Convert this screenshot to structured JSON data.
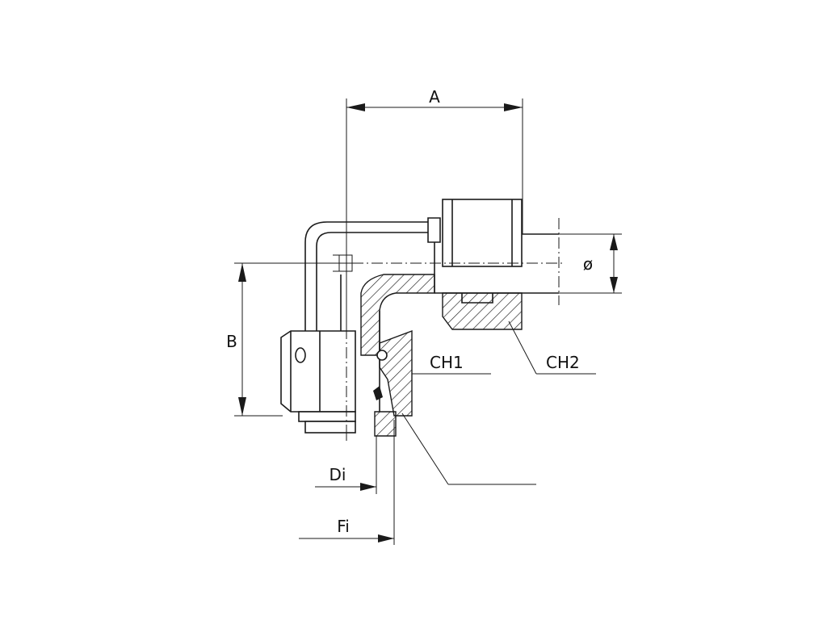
{
  "dimensions": {
    "a": "A",
    "b": "B",
    "diameter": "ø",
    "di": "Di",
    "fi": "Fi"
  },
  "callouts": {
    "ch1": "CH1",
    "ch2": "CH2"
  }
}
